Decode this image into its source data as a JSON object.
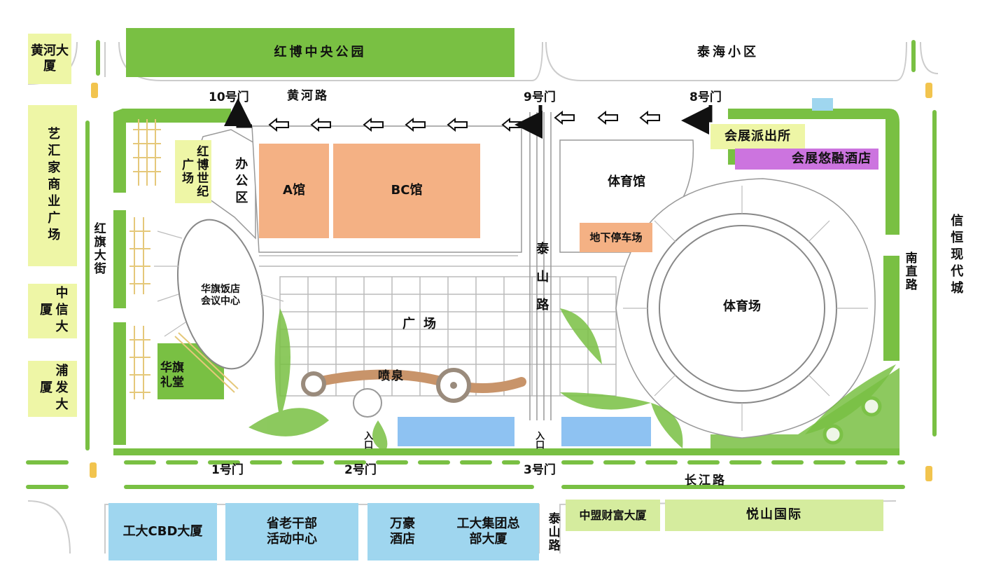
{
  "buildings": {
    "huanghe_tower": "黄河大厦",
    "hongbo_park": "红博中央公园",
    "taihai_community": "泰海小区",
    "yihui_plaza": "艺汇家商业广场",
    "citic_tower": "中信大厦",
    "pufa_tower": "浦发大厦",
    "hongbo_century_plaza": "红博世纪广场",
    "office_area": "办公区",
    "hall_a": "A馆",
    "hall_bc": "BC馆",
    "gymnasium": "体育馆",
    "underground_parking": "地下停车场",
    "police_station": "会展派出所",
    "youyong_hotel": "会展悠融酒店",
    "huaqi_hotel": "华旗饭店会议中心",
    "huaqi_hall": "华旗礼堂",
    "stadium": "体育场",
    "xinheng_city": "信恒现代城",
    "plaza": "广场",
    "fountain": "喷泉",
    "gongda_cbd": "工大CBD大厦",
    "veterans_center": "省老干部活动中心",
    "wanhao_hotel": "万豪酒店",
    "gongda_group": "工大集团总部大厦",
    "zhongmeng_tower": "中盟财富大厦",
    "yueshan_intl": "悦山国际"
  },
  "roads": {
    "huanghe_road": "黄河路",
    "hongqi_street": "红旗大街",
    "taishan_road_inner": "泰山路",
    "taishan_road_outer": "泰山路",
    "nanzhi_road": "南直路",
    "changjiang_road": "长江路"
  },
  "gates": {
    "gate10": "10号门",
    "gate9": "9号门",
    "gate8": "8号门",
    "gate1": "1号门",
    "gate2": "2号门",
    "gate3": "3号门",
    "entrance1": "入口",
    "entrance2": "入口"
  },
  "colors": {
    "green": "#79c043",
    "yellow": "#eef6a6",
    "blue": "#9fd6ef",
    "orange": "#f4b184",
    "purple": "#cc74df",
    "water": "#8ec2f2",
    "path": "#c8946a"
  }
}
